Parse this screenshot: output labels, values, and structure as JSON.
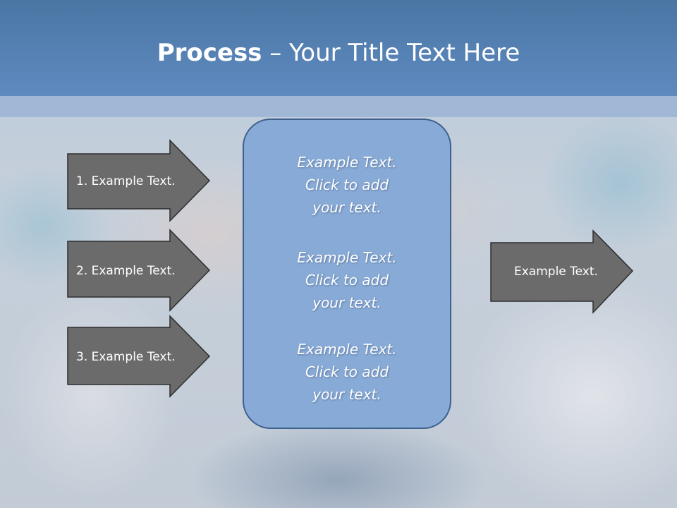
{
  "slide": {
    "title_bold": "Process",
    "title_rest": " – Your Title Text Here"
  },
  "inputs": [
    {
      "label": "1. Example Text."
    },
    {
      "label": "2. Example Text."
    },
    {
      "label": "3. Example Text."
    }
  ],
  "center": {
    "items": [
      {
        "line1": "Example Text.",
        "line2": "Click  to add",
        "line3": "your text."
      },
      {
        "line1": "Example Text.",
        "line2": "Click  to add",
        "line3": "your text."
      },
      {
        "line1": "Example Text.",
        "line2": "Click  to add",
        "line3": "your text."
      }
    ]
  },
  "output": {
    "label": "Example Text."
  },
  "colors": {
    "header": "#4a76a4",
    "arrow_fill": "#6b6b6b",
    "center_fill": "#88aad6",
    "center_border": "#3d5f8e"
  }
}
